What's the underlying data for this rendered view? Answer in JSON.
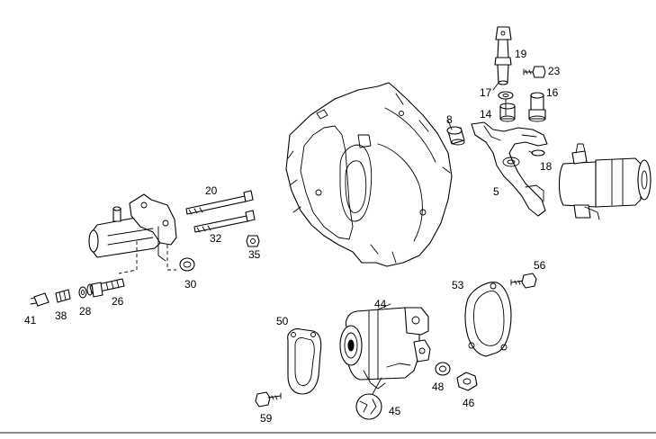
{
  "callouts": [
    {
      "id": "19",
      "label": "19"
    },
    {
      "id": "23",
      "label": "23"
    },
    {
      "id": "17",
      "label": "17"
    },
    {
      "id": "16",
      "label": "16"
    },
    {
      "id": "14",
      "label": "14"
    },
    {
      "id": "8",
      "label": "8"
    },
    {
      "id": "18",
      "label": "18"
    },
    {
      "id": "5",
      "label": "5"
    },
    {
      "id": "20",
      "label": "20"
    },
    {
      "id": "32",
      "label": "32"
    },
    {
      "id": "35",
      "label": "35"
    },
    {
      "id": "30",
      "label": "30"
    },
    {
      "id": "26",
      "label": "26"
    },
    {
      "id": "41",
      "label": "41"
    },
    {
      "id": "38",
      "label": "38"
    },
    {
      "id": "28",
      "label": "28"
    },
    {
      "id": "56",
      "label": "56"
    },
    {
      "id": "53",
      "label": "53"
    },
    {
      "id": "44",
      "label": "44"
    },
    {
      "id": "50",
      "label": "50"
    },
    {
      "id": "48",
      "label": "48"
    },
    {
      "id": "46",
      "label": "46"
    },
    {
      "id": "45",
      "label": "45"
    },
    {
      "id": "59",
      "label": "59"
    }
  ]
}
